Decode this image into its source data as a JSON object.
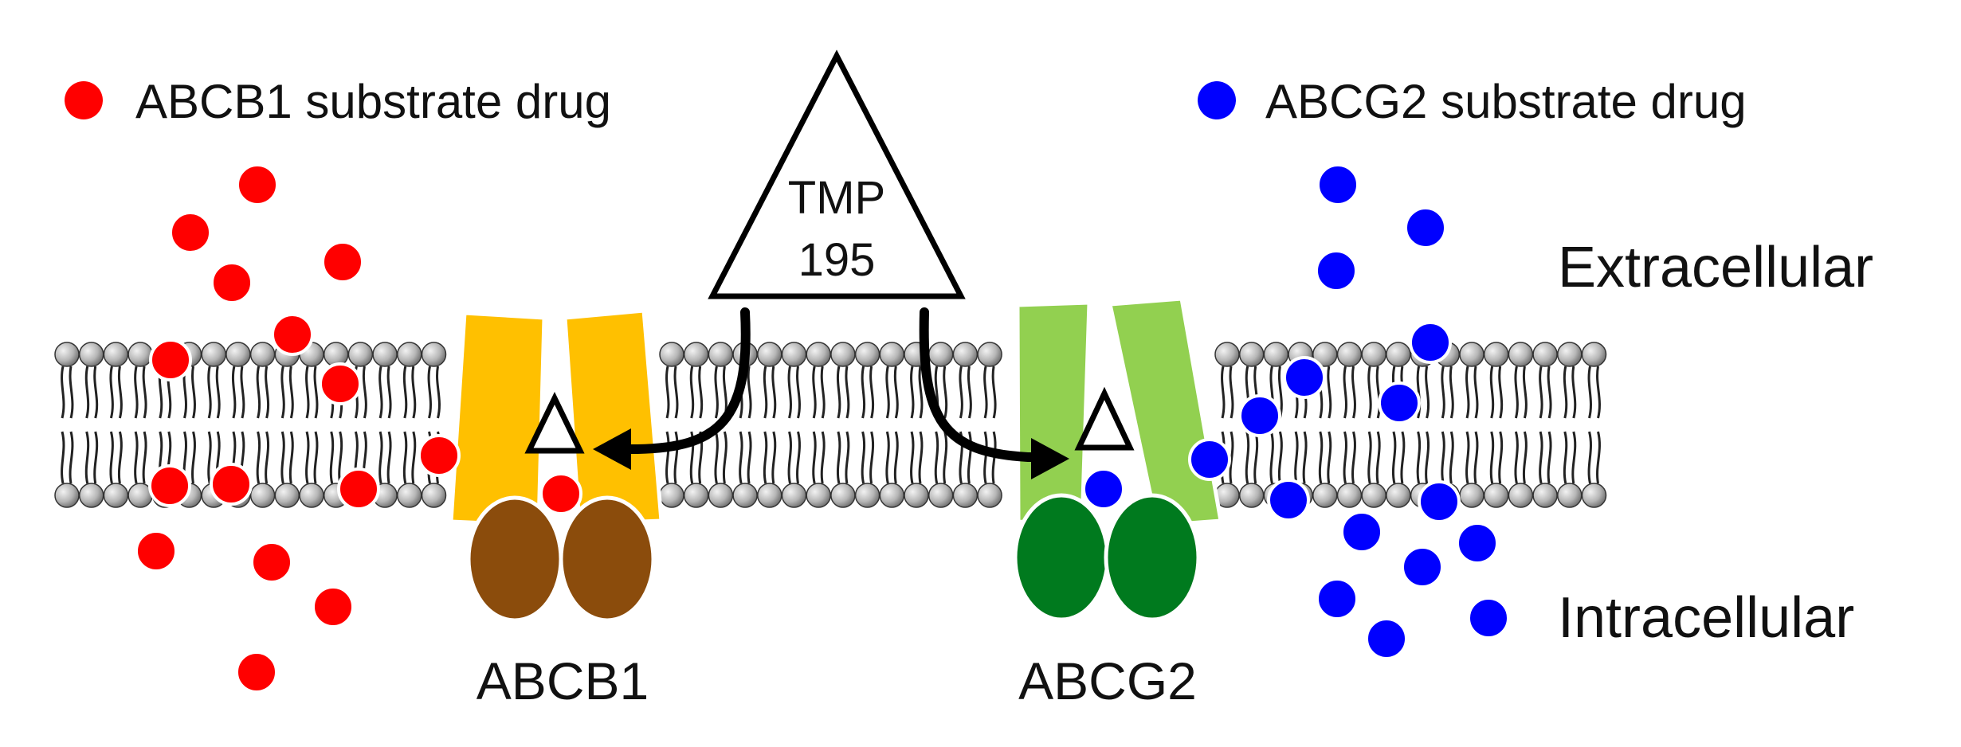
{
  "legend": {
    "abcb1": {
      "label": "ABCB1 substrate drug",
      "color": "#ff0000"
    },
    "abcg2": {
      "label": "ABCG2 substrate drug",
      "color": "#0000ff"
    }
  },
  "inhibitor": {
    "line1": "TMP",
    "line2": "195"
  },
  "regions": {
    "extracellular": "Extracellular",
    "intracellular": "Intracellular"
  },
  "transporters": {
    "abcb1": {
      "label": "ABCB1",
      "tmd_color": "#ffc000",
      "nbd_color": "#8b4c0c"
    },
    "abcg2": {
      "label": "ABCG2",
      "tmd_color": "#92d050",
      "nbd_color": "#007a1e"
    }
  }
}
